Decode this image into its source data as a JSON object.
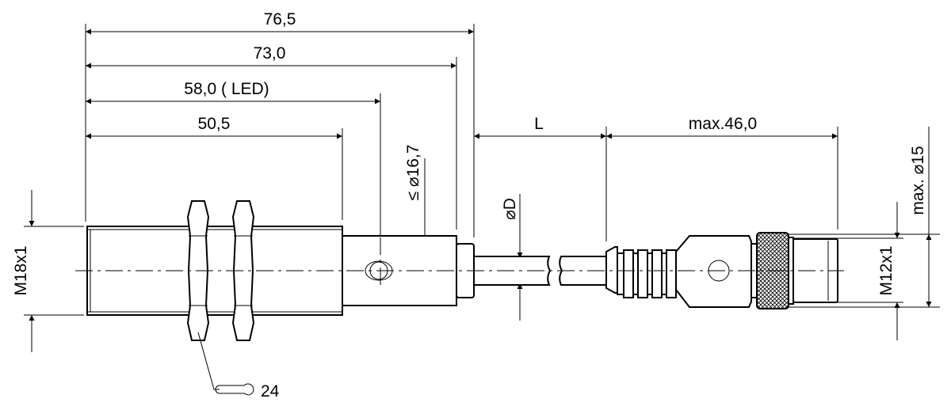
{
  "dimensions": {
    "overall_length": "76,5",
    "length_to_cap": "73,0",
    "led_position": "58,0 ( LED)",
    "thread_length": "50,5",
    "cable_length": "L",
    "connector_length": "max.46,0",
    "housing_diameter": "≤ ⌀16,7",
    "cable_diameter": "⌀D",
    "main_thread": "M18x1",
    "connector_thread": "M12x1",
    "connector_diameter": "max. ⌀15",
    "wrench_size": "24"
  },
  "icons": [
    "wrench-icon"
  ]
}
